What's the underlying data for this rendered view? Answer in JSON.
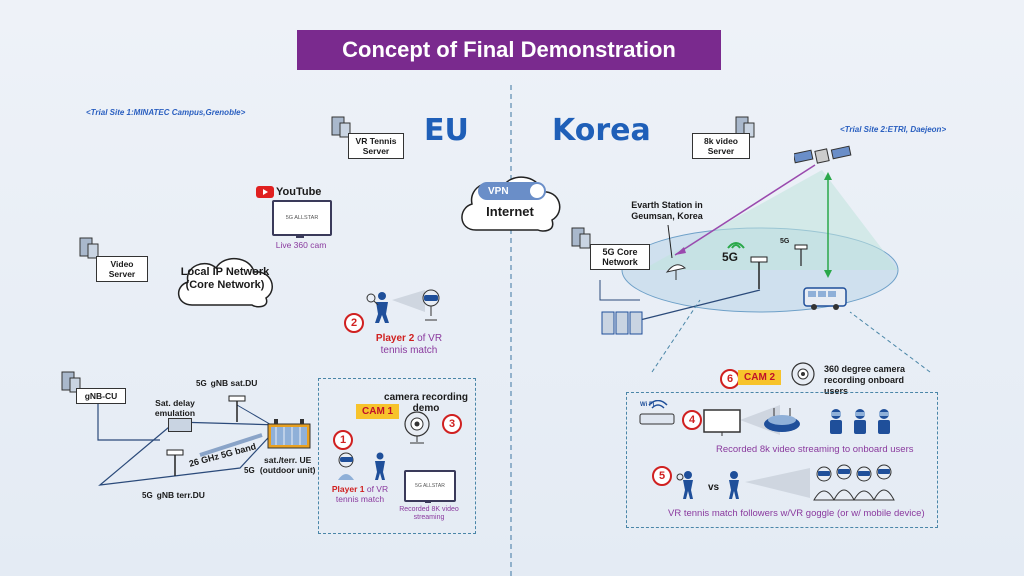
{
  "title": "Concept of Final Demonstration",
  "eu": {
    "region_label": "EU",
    "site_label": "<Trial Site 1:MINATEC Campus,Grenoble>",
    "vr_tennis_server": "VR Tennis Server",
    "video_server": "Video Server",
    "youtube_label": "YouTube",
    "youtube_screen": "5G ALLSTAR",
    "live_360_cam": "Live 360 cam",
    "local_ip_network": "Local IP Network (Core Network)",
    "player2_num": "2",
    "player2_label": "Player 2",
    "player2_rest": "of VR tennis match",
    "gnb_cu": "gNB-CU",
    "sat_delay": "Sat. delay emulation",
    "gnb_sat_du": "gNB sat.DU",
    "gnb_terr_du": "gNB terr.DU",
    "band": "26 GHz 5G band",
    "sat_terr_ue": "sat./terr. UE (outdoor unit)",
    "fiveg": "5G",
    "camera_demo": "camera recording demo",
    "cam1": "CAM 1",
    "num1": "1",
    "num3": "3",
    "player1_label": "Player 1",
    "player1_rest": "of VR tennis match",
    "recorded_screen": "5G ALLSTAR",
    "recorded_label": "Recorded 8K video streaming"
  },
  "center": {
    "vpn": "VPN",
    "internet": "Internet"
  },
  "korea": {
    "region_label": "Korea",
    "site_label": "<Trial Site 2:ETRI, Daejeon>",
    "video_server_8k": "8k video Server",
    "earth_station": "Evarth Station in Geumsan, Korea",
    "core_network": "5G Core Network",
    "fiveg": "5G",
    "cam2": "CAM 2",
    "num6": "6",
    "cam2_desc": "360 degree camera recording onboard users",
    "num4": "4",
    "recorded_8k": "Recorded 8k video streaming to onboard users",
    "num5": "5",
    "vs": "vs",
    "followers": "VR tennis match followers w/VR goggle (or w/ mobile device)",
    "wifi": "Wi Fi"
  },
  "colors": {
    "title_bg": "#7a2a8e",
    "region_blue": "#1f5fb8",
    "accent_red": "#d02020",
    "cam_yellow": "#f7c32b",
    "purple_text": "#8a3a9e",
    "link_purple": "#9a4aae",
    "link_green": "#2aa84a"
  }
}
